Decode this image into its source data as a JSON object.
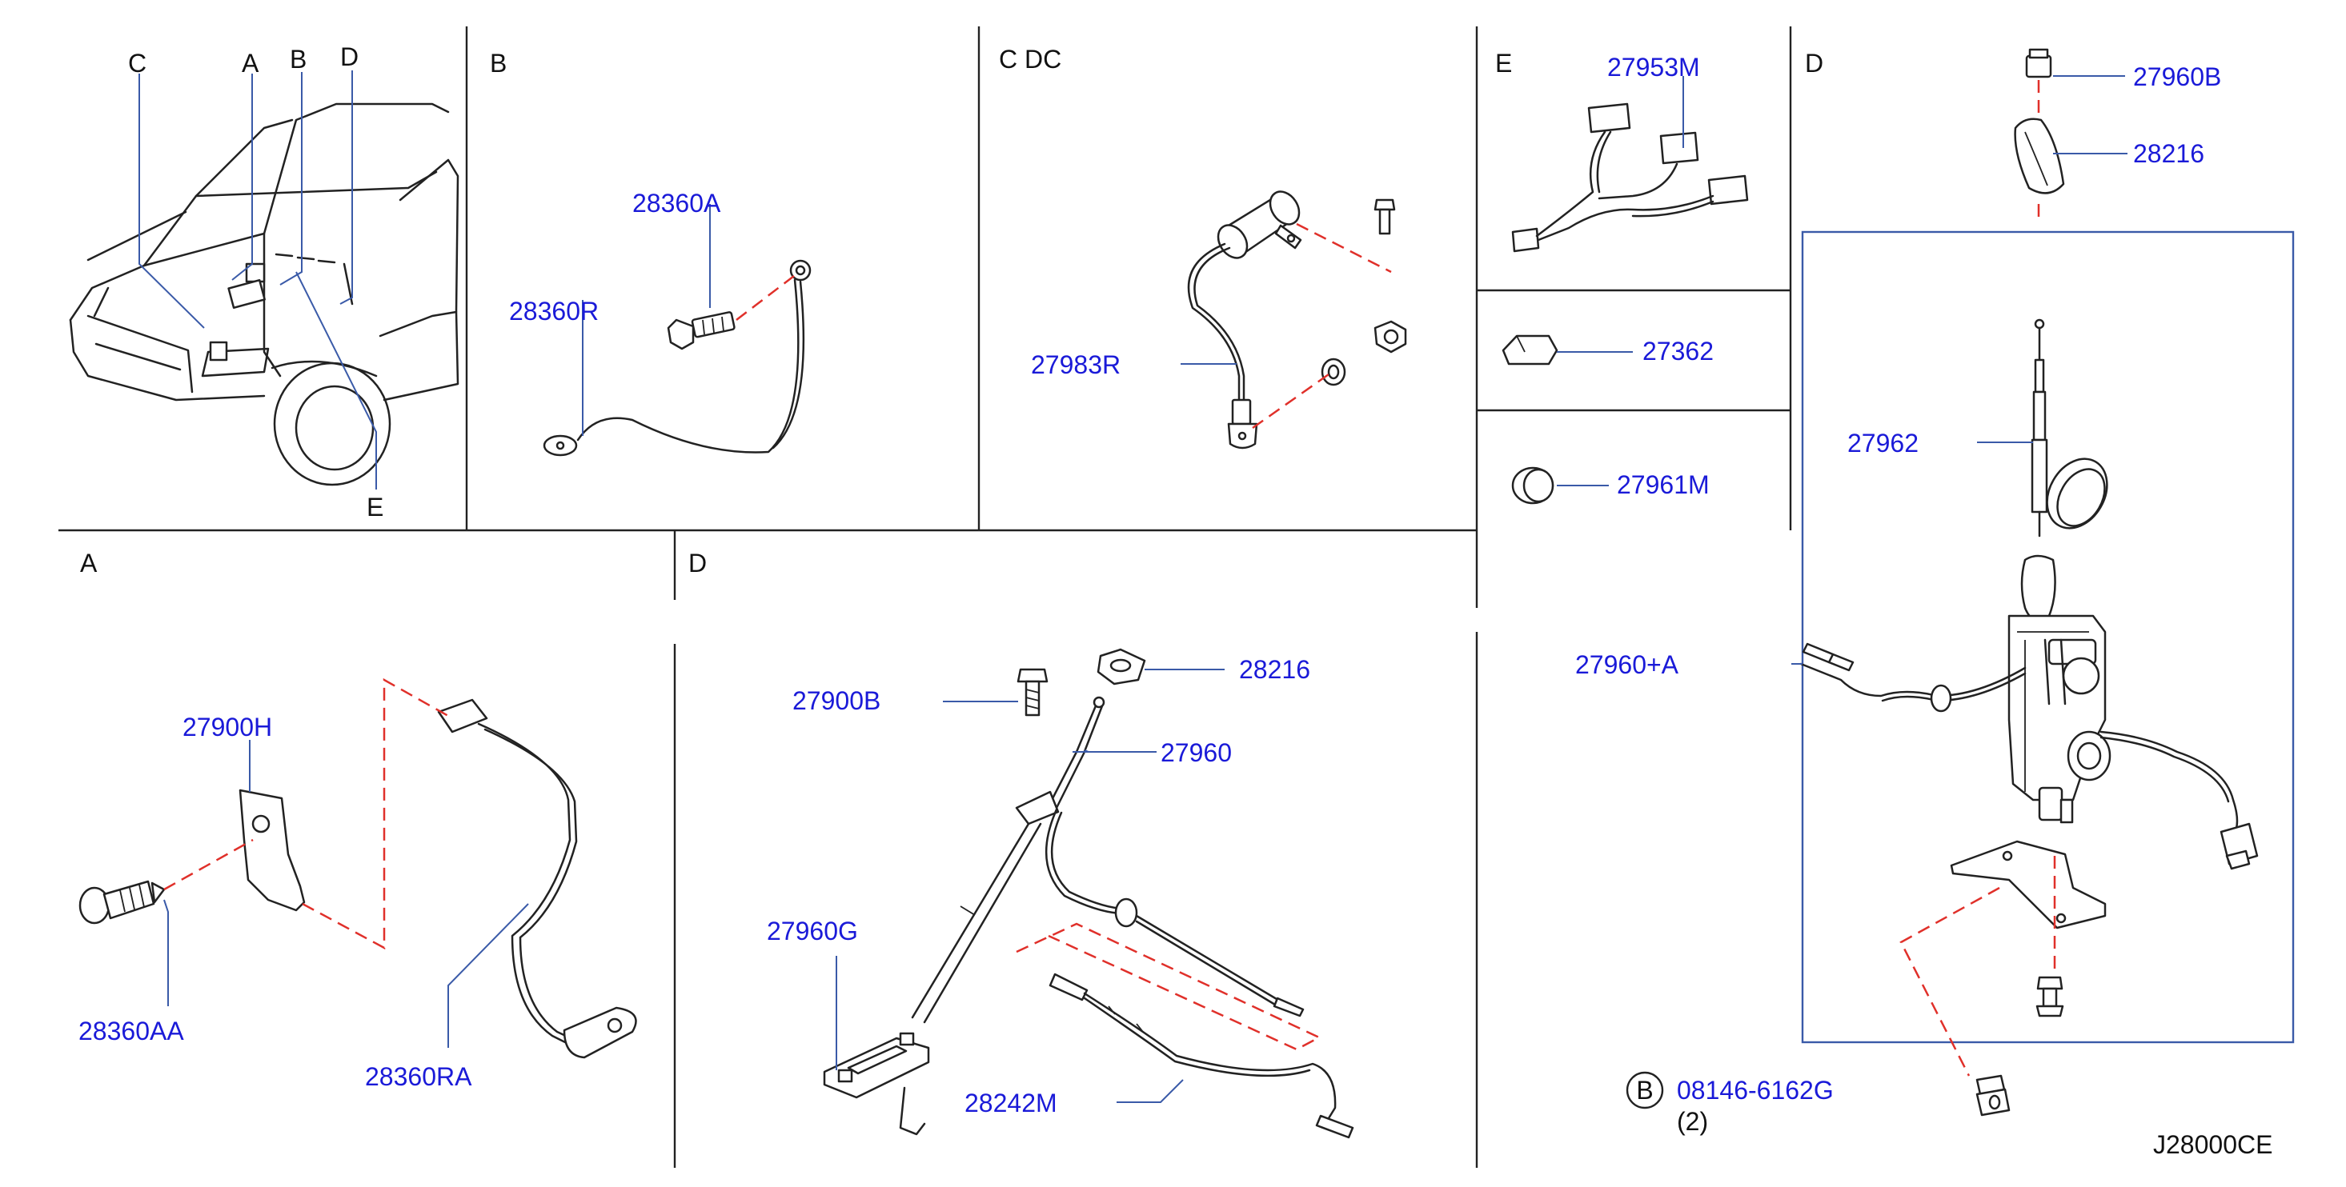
{
  "document": {
    "code": "J28000CE",
    "bolt_callout": {
      "circle_letter": "B",
      "part_number": "08146-6162G",
      "quantity": "(2)"
    }
  },
  "sections": {
    "overview": {
      "tags": [
        "C",
        "A",
        "B",
        "D",
        "E"
      ]
    },
    "B": {
      "title": "B",
      "parts": [
        "28360A",
        "28360R"
      ]
    },
    "C": {
      "title": "C  DC",
      "parts": [
        "27983R"
      ]
    },
    "E": {
      "title": "E",
      "parts": [
        "27953M",
        "27362",
        "27961M"
      ]
    },
    "A": {
      "title": "A",
      "parts": [
        "27900H",
        "28360AA",
        "28360RA"
      ]
    },
    "D_lower": {
      "title": "D",
      "parts": [
        "27900B",
        "28216",
        "27960",
        "27960G",
        "28242M"
      ]
    },
    "D_right": {
      "title": "D",
      "parts": [
        "27960B",
        "28216",
        "27962",
        "27960+A"
      ]
    }
  },
  "colors": {
    "label": "#1a1ad8",
    "leader": "#3a5aa8",
    "dashed_leader": "#e0302a",
    "line": "#222222"
  }
}
